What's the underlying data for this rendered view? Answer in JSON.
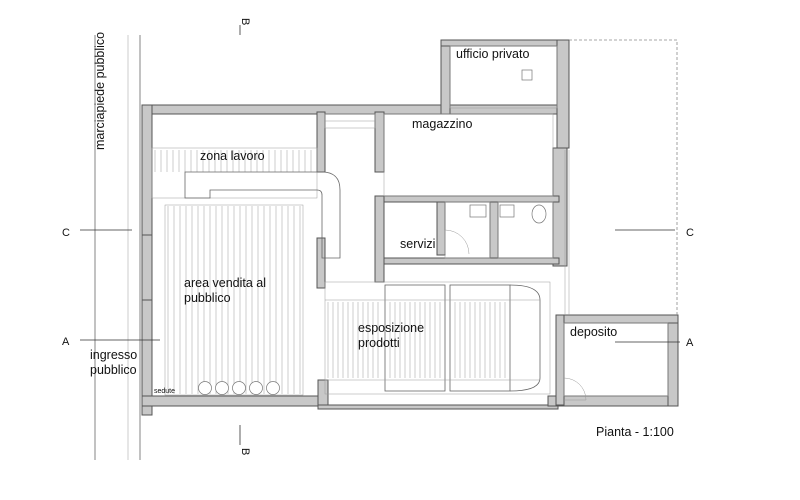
{
  "plan": {
    "scale_caption": "Pianta - 1:100",
    "sidewalk_label": "marciapiede pubblico",
    "rooms": {
      "ufficio_privato": "ufficio privato",
      "magazzino": "magazzino",
      "zona_lavoro": "zona lavoro",
      "servizi": "servizi",
      "area_vendita_line1": "area vendita al",
      "area_vendita_line2": "pubblico",
      "esposizione_line1": "esposizione",
      "esposizione_line2": "prodotti",
      "deposito": "deposito",
      "ingresso_line1": "ingresso",
      "ingresso_line2": "pubblico"
    },
    "seating_label": "sedute",
    "sections": {
      "a_left": "A",
      "a_right": "A",
      "b_top": "B",
      "b_bottom": "B",
      "c_left": "C",
      "c_right": "C"
    },
    "seat_count": 5
  }
}
